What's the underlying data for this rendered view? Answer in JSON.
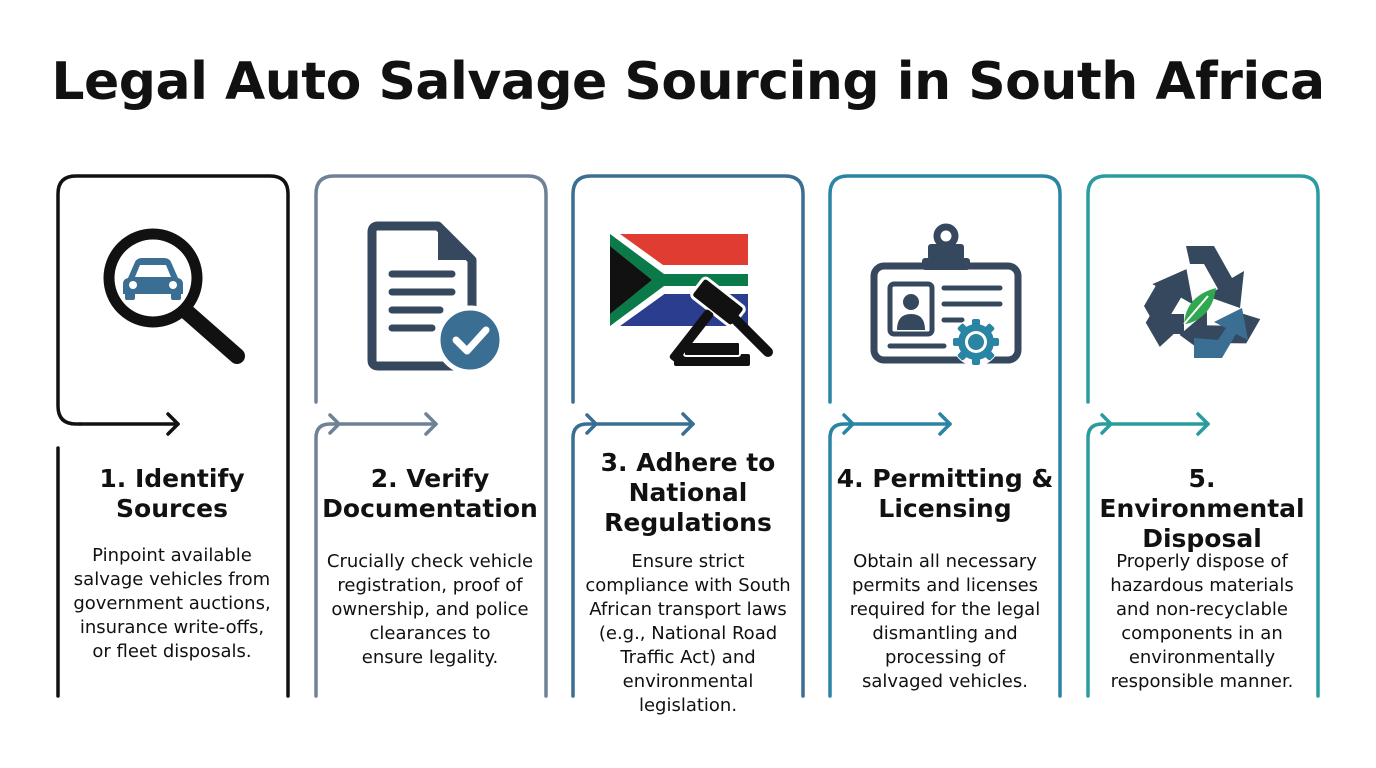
{
  "title": "Legal Auto Salvage Sourcing in South Africa",
  "colors": {
    "step1": "#111111",
    "step2": "#6e8196",
    "step3": "#3a6e93",
    "step4": "#2a84a3",
    "step5": "#2a9c9d",
    "icon_dark": "#36485d",
    "flag_red": "#e03c31",
    "flag_blue": "#2a3d8f",
    "flag_green": "#0a7a4a",
    "flag_gold": "#f2b32c",
    "leaf_green": "#2fa84f"
  },
  "steps": [
    {
      "icon": "magnifier-car-icon",
      "title_line1": "1. Identify",
      "title_line2": "Sources",
      "desc": [
        "Pinpoint available",
        "salvage vehicles from",
        "government auctions,",
        "insurance write-offs,",
        "or fleet disposals."
      ]
    },
    {
      "icon": "document-check-icon",
      "title_line1": "2. Verify",
      "title_line2": "Documentation",
      "desc": [
        "Crucially check vehicle",
        "registration, proof of",
        "ownership, and police",
        "clearances to",
        "ensure legality."
      ]
    },
    {
      "icon": "flag-gavel-icon",
      "title_line1": "3. Adhere to",
      "title_line2": "National",
      "title_line3": "Regulations",
      "desc": [
        "Ensure strict",
        "compliance with South",
        "African transport laws",
        "(e.g., National Road",
        "Traffic Act) and",
        "environmental",
        "legislation."
      ]
    },
    {
      "icon": "id-badge-icon",
      "title_line1": "4. Permitting &",
      "title_line2": "Licensing",
      "desc": [
        "Obtain all necessary",
        "permits and licenses",
        "required for the legal",
        "dismantling and",
        "processing of",
        "salvaged vehicles."
      ]
    },
    {
      "icon": "recycle-leaf-icon",
      "title_line1": "5. Environmental",
      "title_line2": "Disposal",
      "desc": [
        "Properly dispose of",
        "hazardous materials",
        "and non-recyclable",
        "components in an",
        "environmentally",
        "responsible manner."
      ]
    }
  ]
}
